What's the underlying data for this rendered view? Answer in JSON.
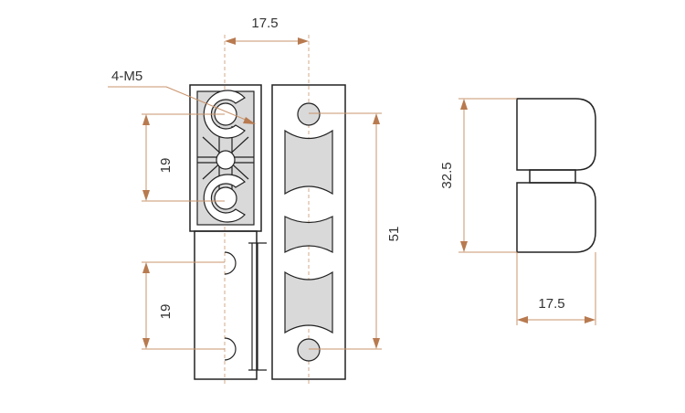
{
  "drawing": {
    "front_view": {
      "top_width_label": "17.5",
      "thread_label": "4-M5",
      "upper_hole_spacing_label": "19",
      "lower_hole_spacing_label": "19",
      "overall_height_label": "51"
    },
    "side_view": {
      "height_label": "32.5",
      "width_label": "17.5"
    }
  },
  "colors": {
    "dimension": "#c9946c",
    "arrow": "#b87a4f",
    "outline": "#222222",
    "fill": "#d9d9d9"
  }
}
